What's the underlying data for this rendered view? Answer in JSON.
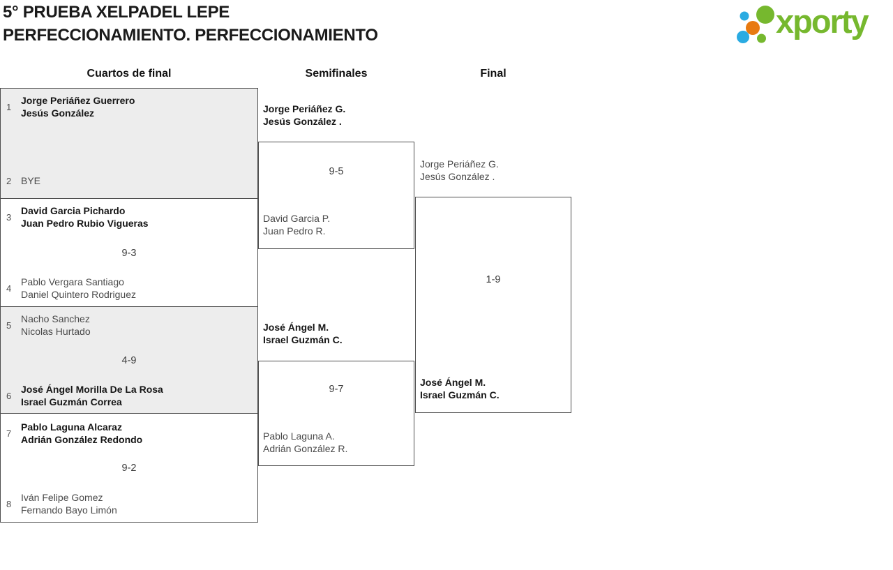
{
  "header": {
    "title_line1": "5° PRUEBA XELPADEL LEPE",
    "title_line2": "PERFECCIONAMIENTO. PERFECCIONAMIENTO",
    "logo_text": "xporty"
  },
  "columns": {
    "quarterfinals": "Cuartos de final",
    "semifinals": "Semifinales",
    "final": "Final"
  },
  "colors": {
    "logo_green": "#76b82e",
    "logo_blue": "#2aabe2",
    "logo_orange": "#e87a10",
    "box_border": "#4d4d4d",
    "box_fill_alt": "#ededed",
    "winner_text": "#161616",
    "loser_text": "#4a4a4a"
  },
  "quarterfinals": [
    {
      "score": "",
      "top": {
        "seed": "1",
        "winner": true,
        "players": [
          "Jorge Periáñez Guerrero",
          "Jesús González"
        ]
      },
      "bottom": {
        "seed": "2",
        "winner": false,
        "players": [
          "BYE"
        ]
      }
    },
    {
      "score": "9-3",
      "top": {
        "seed": "3",
        "winner": true,
        "players": [
          "David Garcia Pichardo",
          "Juan Pedro Rubio Vigueras"
        ]
      },
      "bottom": {
        "seed": "4",
        "winner": false,
        "players": [
          "Pablo Vergara Santiago",
          "Daniel Quintero Rodriguez"
        ]
      }
    },
    {
      "score": "4-9",
      "top": {
        "seed": "5",
        "winner": false,
        "players": [
          "Nacho Sanchez",
          "Nicolas Hurtado"
        ]
      },
      "bottom": {
        "seed": "6",
        "winner": true,
        "players": [
          "José Ángel Morilla De La Rosa",
          "Israel Guzmán Correa"
        ]
      }
    },
    {
      "score": "9-2",
      "top": {
        "seed": "7",
        "winner": true,
        "players": [
          "Pablo Laguna Alcaraz",
          "Adrián González Redondo"
        ]
      },
      "bottom": {
        "seed": "8",
        "winner": false,
        "players": [
          "Iván Felipe Gomez",
          "Fernando Bayo Limón"
        ]
      }
    }
  ],
  "semifinals": [
    {
      "score": "9-5",
      "top": {
        "winner": true,
        "players": [
          "Jorge Periáñez G.",
          "Jesús González ."
        ]
      },
      "bottom": {
        "winner": false,
        "players": [
          "David Garcia P.",
          "Juan Pedro R."
        ]
      }
    },
    {
      "score": "9-7",
      "top": {
        "winner": true,
        "players": [
          "José Ángel M.",
          "Israel Guzmán C."
        ]
      },
      "bottom": {
        "winner": false,
        "players": [
          "Pablo Laguna A.",
          "Adrián González R."
        ]
      }
    }
  ],
  "final": {
    "score": "1-9",
    "top": {
      "winner": false,
      "players": [
        "Jorge Periáñez G.",
        "Jesús González ."
      ]
    },
    "bottom": {
      "winner": true,
      "players": [
        "José Ángel M.",
        "Israel Guzmán C."
      ]
    }
  }
}
